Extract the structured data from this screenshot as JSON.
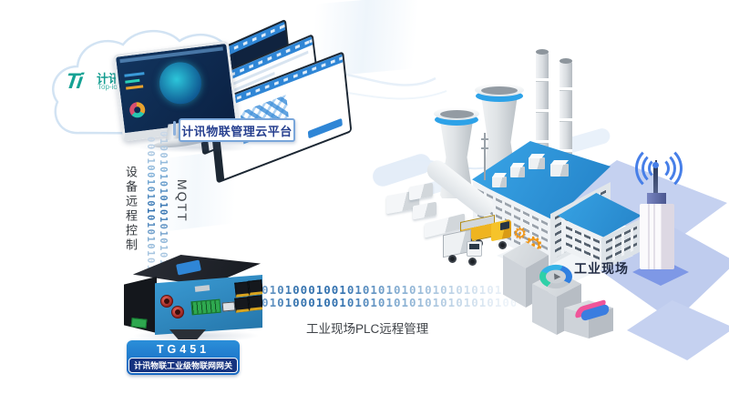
{
  "cloud_platform": {
    "logo_mark": "Ti",
    "logo_name": "计讯",
    "logo_reg": "®",
    "logo_sub": "Top-iot",
    "label": "计讯物联管理云平台"
  },
  "left_link": {
    "control_label": "设备远程控制",
    "protocol_label": "MQTT",
    "binary_col_1": "0001001010101010101010",
    "binary_col_2": "0100101010101010101001"
  },
  "gateway": {
    "model": "TG451",
    "name": "计讯物联工业级物联网网关"
  },
  "bottom_link": {
    "binary_row_1": "0101010001001010101010101010101010100100",
    "binary_row_2": "0101010001001010101010101010101010010010",
    "caption": "工业现场PLC远程管理"
  },
  "site": {
    "label": "工业现场"
  },
  "icons": {
    "gear": "⚙"
  },
  "colors": {
    "accent_blue": "#2f86d6",
    "binary_blue": "#2f6fae",
    "logo_teal": "#14a294",
    "gear_orange": "#f2950f",
    "badge_blue": "#1a6fc4",
    "badge_navy": "#16337f",
    "label_navy": "#27408f",
    "roof_blue": "#2f9fe0",
    "path_blue": "#c5d1f0",
    "wifi_blue": "#477fe8"
  }
}
